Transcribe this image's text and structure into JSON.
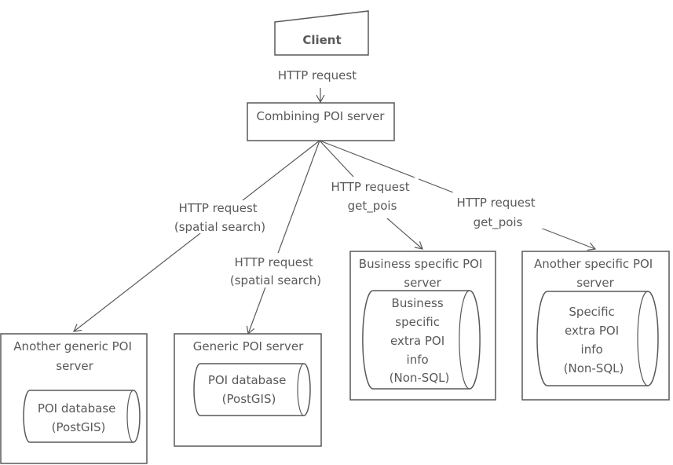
{
  "nodes": {
    "client": {
      "label": [
        "Client"
      ]
    },
    "combining": {
      "label": [
        "Combining POI server"
      ]
    },
    "another_generic": {
      "label": [
        "Another generic POI",
        "server"
      ]
    },
    "another_generic_db": {
      "label": [
        "POI database",
        "(PostGIS)"
      ]
    },
    "generic": {
      "label": [
        "Generic POI server"
      ]
    },
    "generic_db": {
      "label": [
        "POI database",
        "(PostGIS)"
      ]
    },
    "business": {
      "label": [
        "Business specific POI",
        "server"
      ]
    },
    "business_db": {
      "label": [
        "Business",
        "specific",
        "extra POI",
        "info",
        "(Non-SQL)"
      ]
    },
    "another_specific": {
      "label": [
        "Another specific POI",
        "server"
      ]
    },
    "another_specific_db": {
      "label": [
        "Specific",
        "extra POI",
        "info",
        "(Non-SQL)"
      ]
    }
  },
  "edges": {
    "client_to_combining": {
      "label": [
        "HTTP request"
      ]
    },
    "to_another_generic": {
      "label": [
        "HTTP request",
        "(spatial search)"
      ]
    },
    "to_generic": {
      "label": [
        "HTTP request",
        "(spatial search)"
      ]
    },
    "to_business": {
      "label": [
        "HTTP request",
        "get_pois"
      ]
    },
    "to_another_specific": {
      "label": [
        "HTTP request",
        "get_pois"
      ]
    }
  }
}
